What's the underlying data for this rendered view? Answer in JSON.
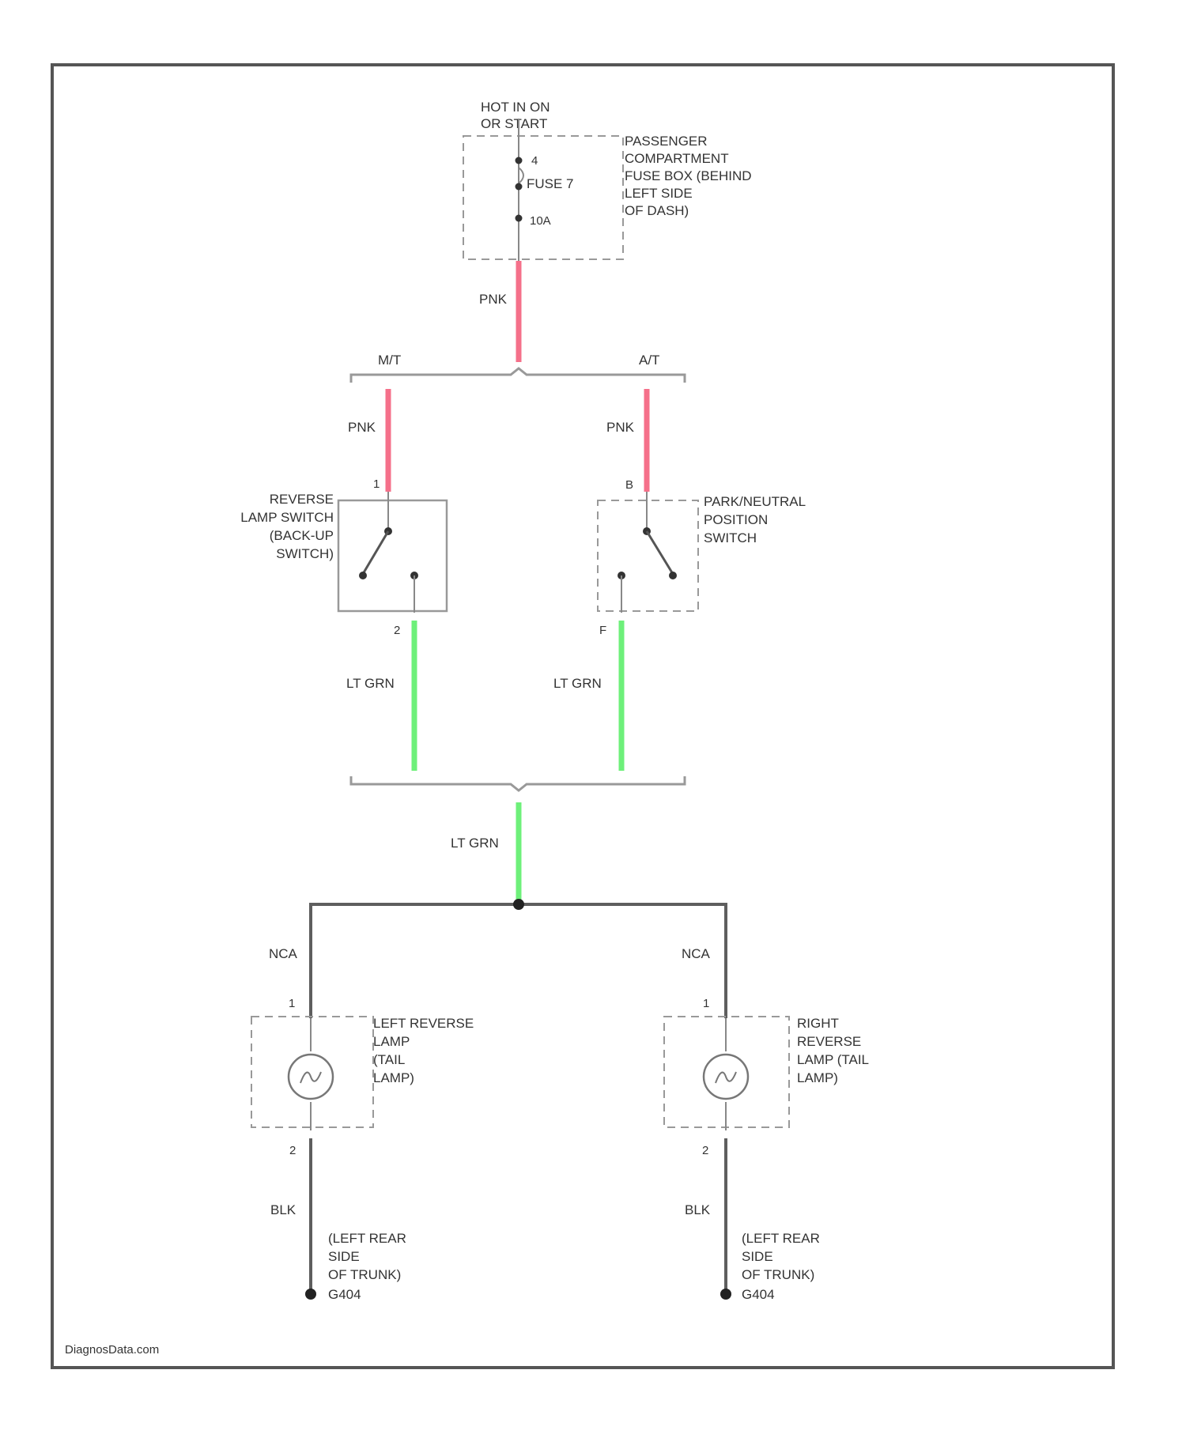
{
  "diagram": {
    "watermark": "DiagnosData.com",
    "colors": {
      "pnk": "#f5708a",
      "ltgrn": "#6ef07a",
      "nca": "#555555",
      "blk": "#555555"
    },
    "power": {
      "lines": [
        "HOT IN ON",
        "OR START"
      ]
    },
    "fusebox": {
      "name_lines": [
        "PASSENGER",
        "COMPARTMENT",
        "FUSE BOX (BEHIND",
        "LEFT SIDE",
        "OF DASH)"
      ],
      "pin_top": "4",
      "fuse": "FUSE 7",
      "amps": "10A"
    },
    "wires": {
      "pnk_main": "PNK",
      "pnk_mt": "PNK",
      "pnk_at": "PNK",
      "ltgrn_left": "LT GRN",
      "ltgrn_right": "LT GRN",
      "ltgrn_main": "LT GRN",
      "nca_left": "NCA",
      "nca_right": "NCA",
      "blk_left": "BLK",
      "blk_right": "BLK"
    },
    "splits": {
      "mt": "M/T",
      "at": "A/T"
    },
    "reverse_switch": {
      "name_lines": [
        "REVERSE",
        "LAMP SWITCH",
        "(BACK-UP",
        "SWITCH)"
      ],
      "pin_in": "1",
      "pin_out": "2"
    },
    "park_switch": {
      "name_lines": [
        "PARK/NEUTRAL",
        "POSITION",
        "SWITCH"
      ],
      "pin_in": "B",
      "pin_out": "F"
    },
    "left_lamp": {
      "name_lines": [
        "LEFT REVERSE",
        "LAMP",
        "(TAIL",
        "LAMP)"
      ],
      "pin_in": "1",
      "pin_out": "2"
    },
    "right_lamp": {
      "name_lines": [
        "RIGHT",
        "REVERSE",
        "LAMP (TAIL",
        "LAMP)"
      ],
      "pin_in": "1",
      "pin_out": "2"
    },
    "left_ground": {
      "lines": [
        "(LEFT REAR",
        "SIDE",
        "OF TRUNK)",
        "G404"
      ]
    },
    "right_ground": {
      "lines": [
        "(LEFT REAR",
        "SIDE",
        "OF TRUNK)",
        "G404"
      ]
    }
  }
}
